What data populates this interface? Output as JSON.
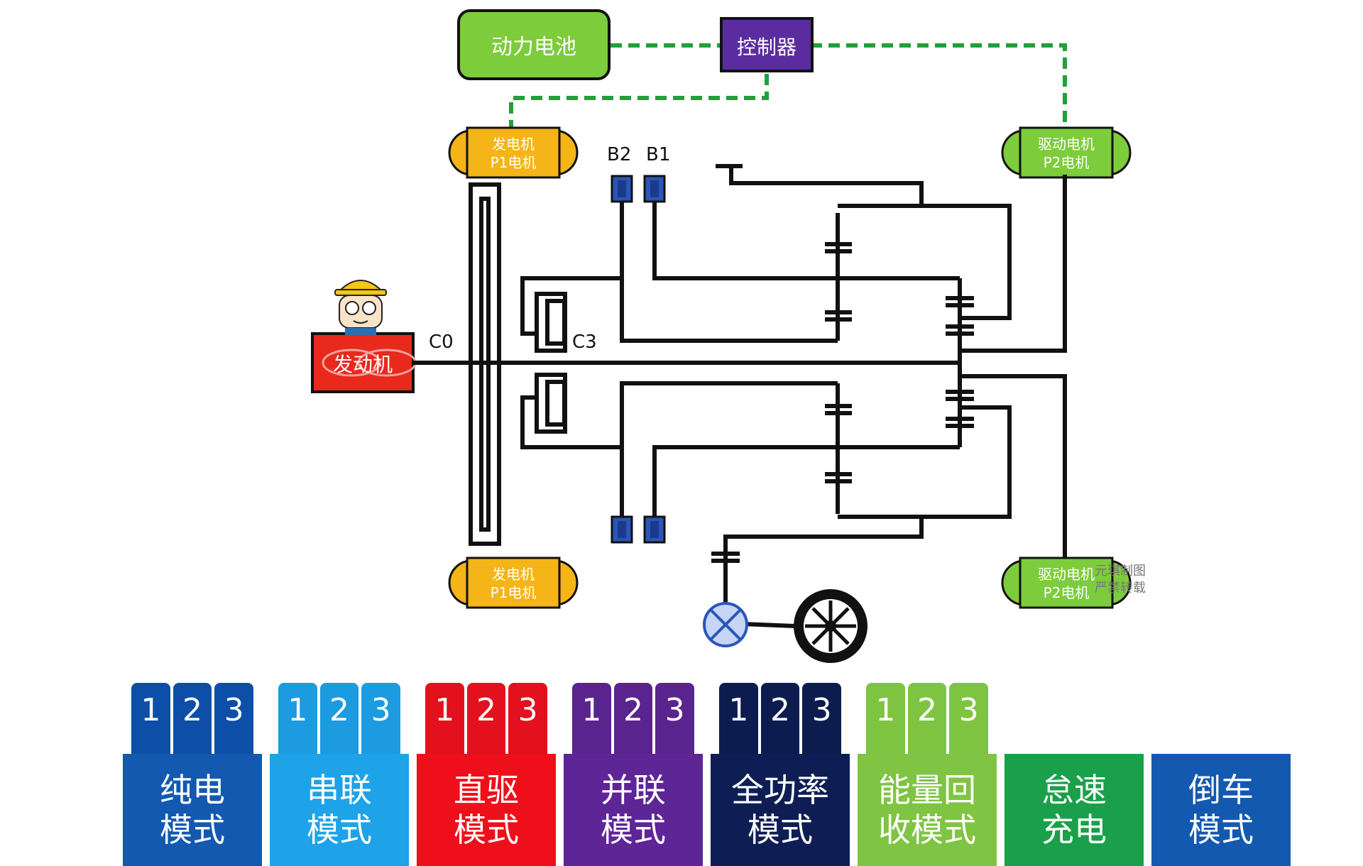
{
  "components": {
    "battery": "动力电池",
    "controller": "控制器",
    "engine": "发动机",
    "gen_top": [
      "发电机",
      "P1电机"
    ],
    "gen_bottom": [
      "发电机",
      "P1电机"
    ],
    "drive_top": [
      "驱动电机",
      "P2电机"
    ],
    "drive_bottom": [
      "驱动电机",
      "P2电机"
    ]
  },
  "labels": {
    "b2": "B2",
    "b1": "B1",
    "c0": "C0",
    "c3": "C3"
  },
  "watermark": [
    "元琪制图",
    "严禁转载"
  ],
  "colors": {
    "battery": "#7dcc3c",
    "controller": "#5b2ca0",
    "motor_p1": "#f5b417",
    "motor_p2": "#7dcc3c",
    "engine": "#e8291c",
    "brake": "#2b56b8",
    "dash": "#22a03a"
  },
  "modes": [
    {
      "lines": [
        "纯电",
        "模式"
      ],
      "tabs": [
        "1",
        "2",
        "3"
      ],
      "tab_color": "#0d4fa8",
      "box_color": "#1359b0"
    },
    {
      "lines": [
        "串联",
        "模式"
      ],
      "tabs": [
        "1",
        "2",
        "3"
      ],
      "tab_color": "#1d9be0",
      "box_color": "#1ea3e8"
    },
    {
      "lines": [
        "直驱",
        "模式"
      ],
      "tabs": [
        "1",
        "2",
        "3"
      ],
      "tab_color": "#e3101e",
      "box_color": "#ef0f1a"
    },
    {
      "lines": [
        "并联",
        "模式"
      ],
      "tabs": [
        "1",
        "2",
        "3"
      ],
      "tab_color": "#5a248f",
      "box_color": "#5e2596"
    },
    {
      "lines": [
        "全功率",
        "模式"
      ],
      "tabs": [
        "1",
        "2",
        "3"
      ],
      "tab_color": "#0c1c4f",
      "box_color": "#0e1e55"
    },
    {
      "lines": [
        "能量回",
        "收模式"
      ],
      "tabs": [
        "1",
        "2",
        "3"
      ],
      "tab_color": "#7fc441",
      "box_color": "#7fc442"
    },
    {
      "lines": [
        "怠速",
        "充电"
      ],
      "tabs": [],
      "tab_color": "",
      "box_color": "#1aa04a"
    },
    {
      "lines": [
        "倒车",
        "模式"
      ],
      "tabs": [],
      "tab_color": "",
      "box_color": "#1359b0"
    }
  ]
}
